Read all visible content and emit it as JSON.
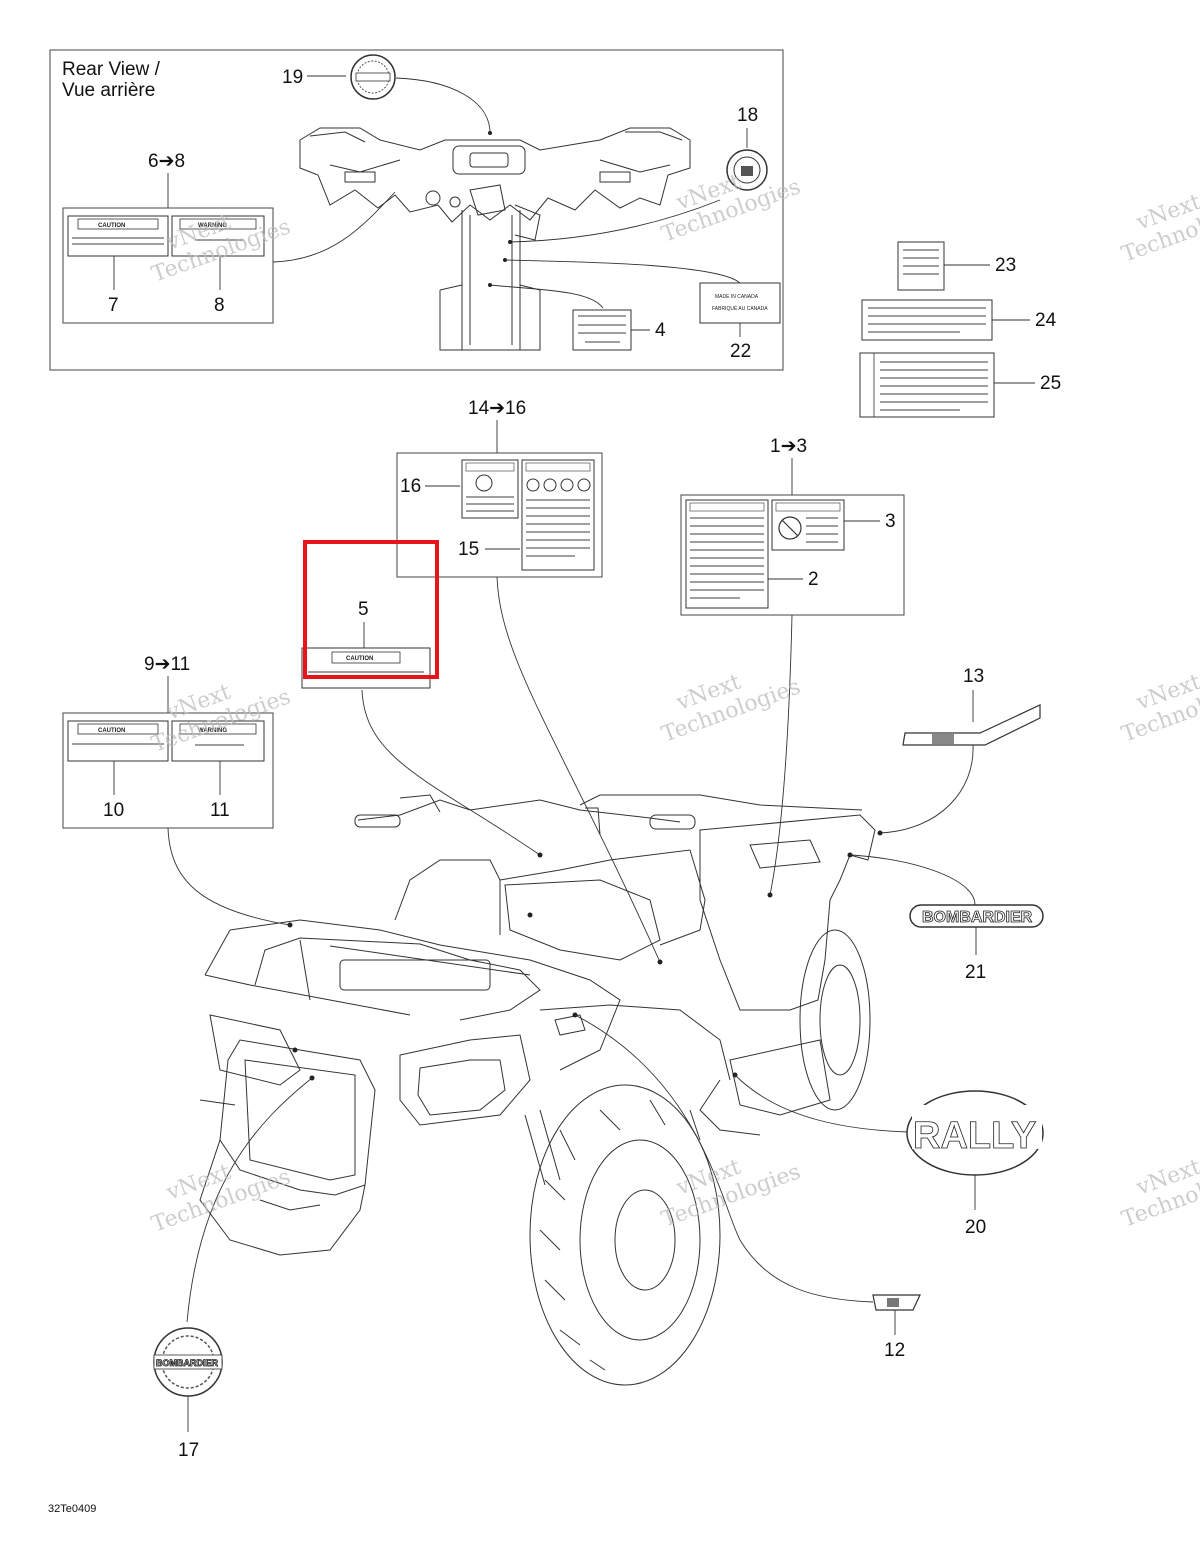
{
  "rear_view": {
    "title_line1": "Rear View /",
    "title_line2": "Vue arrière"
  },
  "callouts": {
    "c1_3": "1➔3",
    "c2": "2",
    "c3": "3",
    "c4": "4",
    "c5": "5",
    "c6_8": "6➔8",
    "c7": "7",
    "c8": "8",
    "c9_11": "9➔11",
    "c10": "10",
    "c11": "11",
    "c12": "12",
    "c13": "13",
    "c14_16": "14➔16",
    "c15": "15",
    "c16": "16",
    "c17": "17",
    "c18": "18",
    "c19": "19",
    "c20": "20",
    "c21": "21",
    "c22": "22",
    "c23": "23",
    "c24": "24",
    "c25": "25"
  },
  "decals": {
    "caution": "CAUTION",
    "warning": "WARNING",
    "made_in_canada_line1": "MADE IN CANADA",
    "made_in_canada_line2": "FABRIQUÉ AU CANADA",
    "bombardier": "BOMBARDIER",
    "rally": "RALLY"
  },
  "watermark": {
    "line1": "vNext",
    "line2": "Technologies"
  },
  "drawing_code": "32Te0409",
  "highlight": {
    "color": "#e8141a"
  }
}
